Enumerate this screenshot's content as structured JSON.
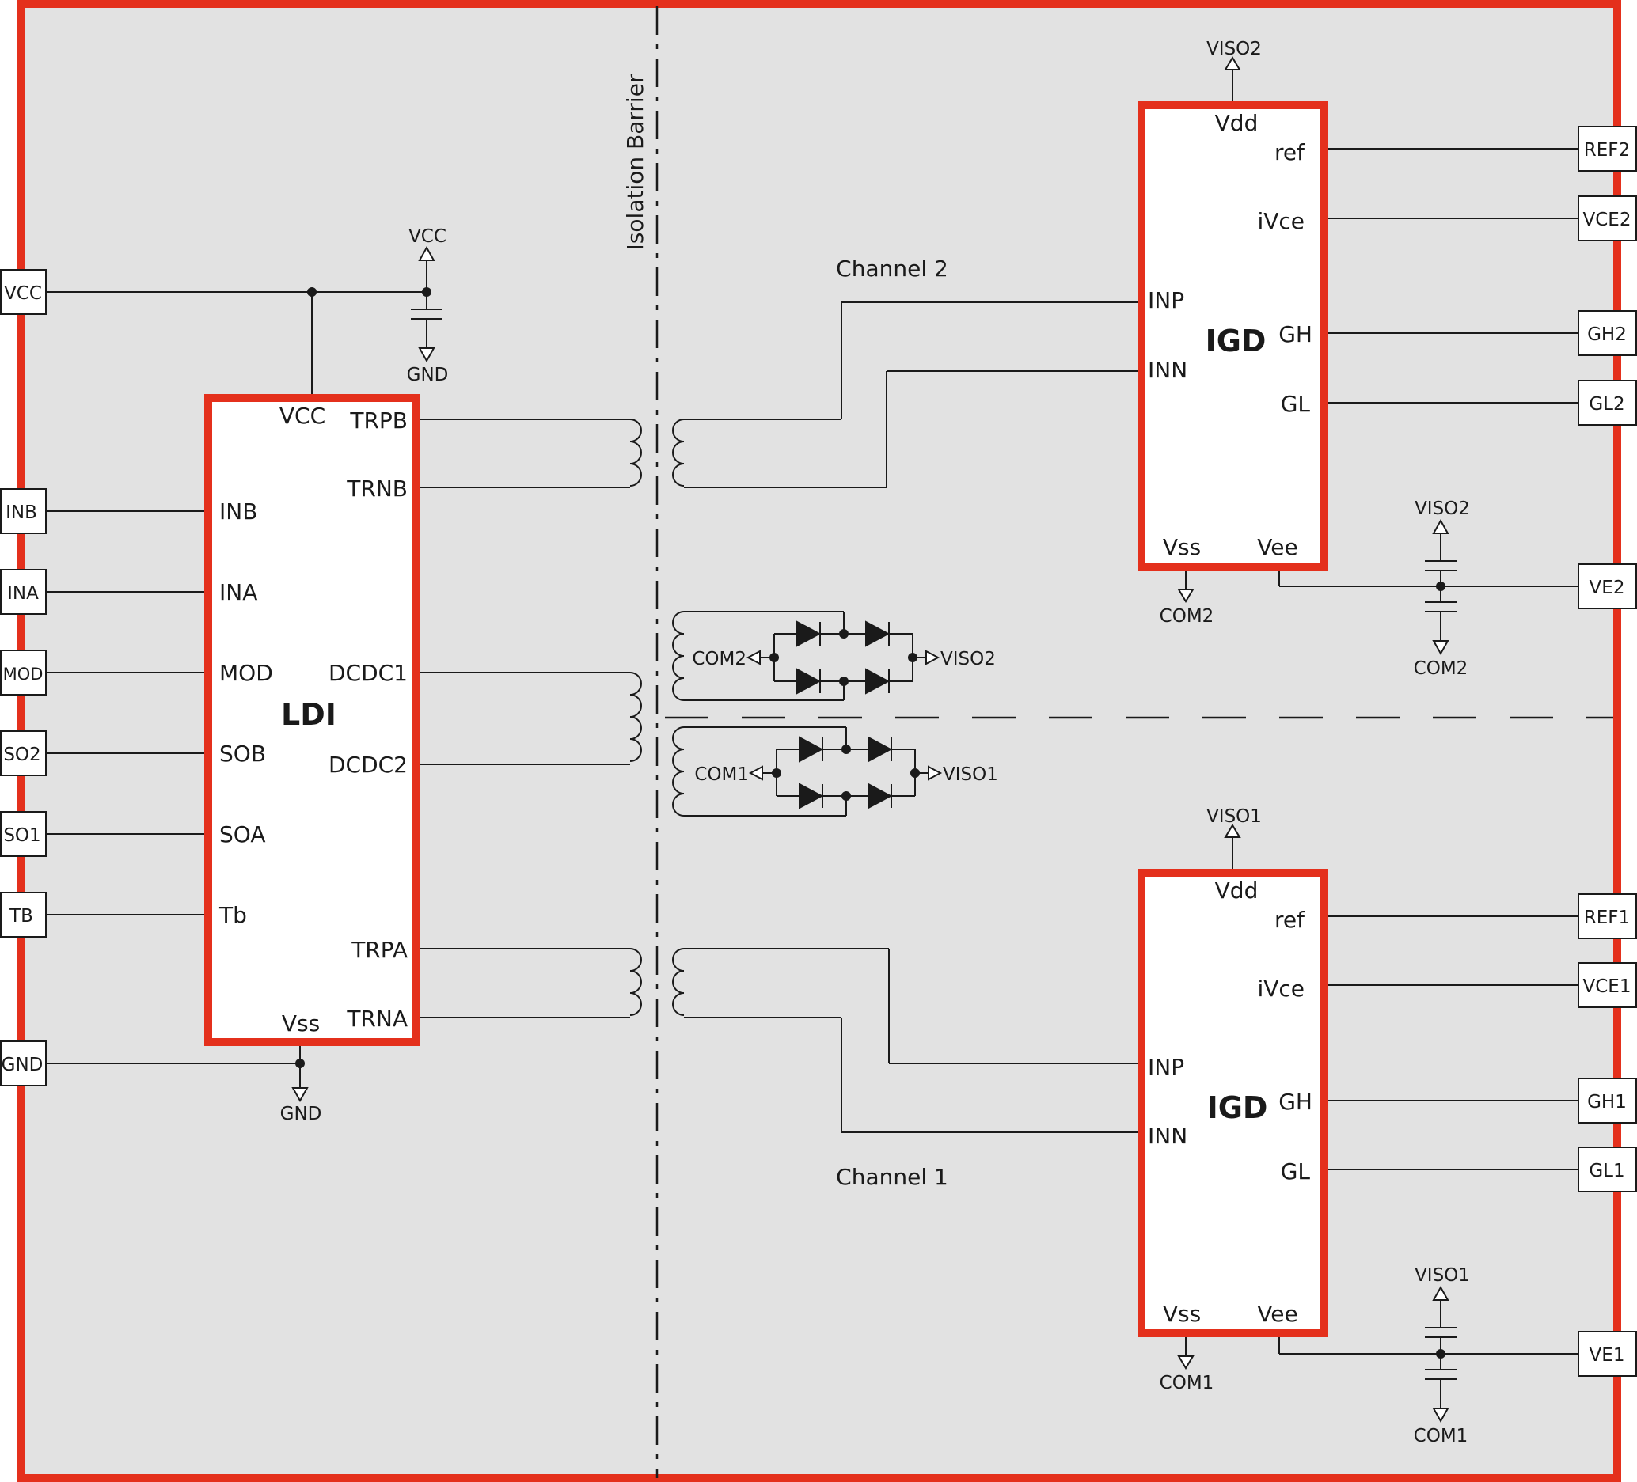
{
  "barrier_label": "Isolation Barrier",
  "ldi": {
    "name": "LDI",
    "pins": {
      "vcc": "VCC",
      "trpb": "TRPB",
      "trnb": "TRNB",
      "inb": "INB",
      "ina": "INA",
      "mod": "MOD",
      "dcdc1": "DCDC1",
      "sob": "SOB",
      "dcdc2": "DCDC2",
      "soa": "SOA",
      "tb": "Tb",
      "trpa": "TRPA",
      "vss": "Vss",
      "trna": "TRNA"
    }
  },
  "igd2": {
    "name": "IGD",
    "pins": {
      "vdd": "Vdd",
      "ref": "ref",
      "ivce": "iVce",
      "inp": "INP",
      "gh": "GH",
      "inn": "INN",
      "gl": "GL",
      "vss": "Vss",
      "vee": "Vee"
    }
  },
  "igd1": {
    "name": "IGD",
    "pins": {
      "vdd": "Vdd",
      "ref": "ref",
      "ivce": "iVce",
      "inp": "INP",
      "gh": "GH",
      "inn": "INN",
      "gl": "GL",
      "vss": "Vss",
      "vee": "Vee"
    }
  },
  "left_ports": {
    "vcc": "VCC",
    "inb": "INB",
    "ina": "INA",
    "mod": "MOD",
    "so2": "SO2",
    "so1": "SO1",
    "tb": "TB",
    "gnd": "GND"
  },
  "right_ports": {
    "ref2": "REF2",
    "vce2": "VCE2",
    "gh2": "GH2",
    "gl2": "GL2",
    "ve2": "VE2",
    "ref1": "REF1",
    "vce1": "VCE1",
    "gh1": "GH1",
    "gl1": "GL1",
    "ve1": "VE1"
  },
  "nets": {
    "vcc": "VCC",
    "gnd_top": "GND",
    "gnd_bottom": "GND",
    "viso2_top": "VISO2",
    "com2_vss": "COM2",
    "viso2_cap": "VISO2",
    "com2_cap": "COM2",
    "com2_rect": "COM2",
    "viso2_rect": "VISO2",
    "com1_rect": "COM1",
    "viso1_rect": "VISO1",
    "viso1_top": "VISO1",
    "com1_vss": "COM1",
    "viso1_cap": "VISO1",
    "com1_cap": "COM1"
  },
  "channels": {
    "ch2": "Channel 2",
    "ch1": "Channel 1"
  }
}
